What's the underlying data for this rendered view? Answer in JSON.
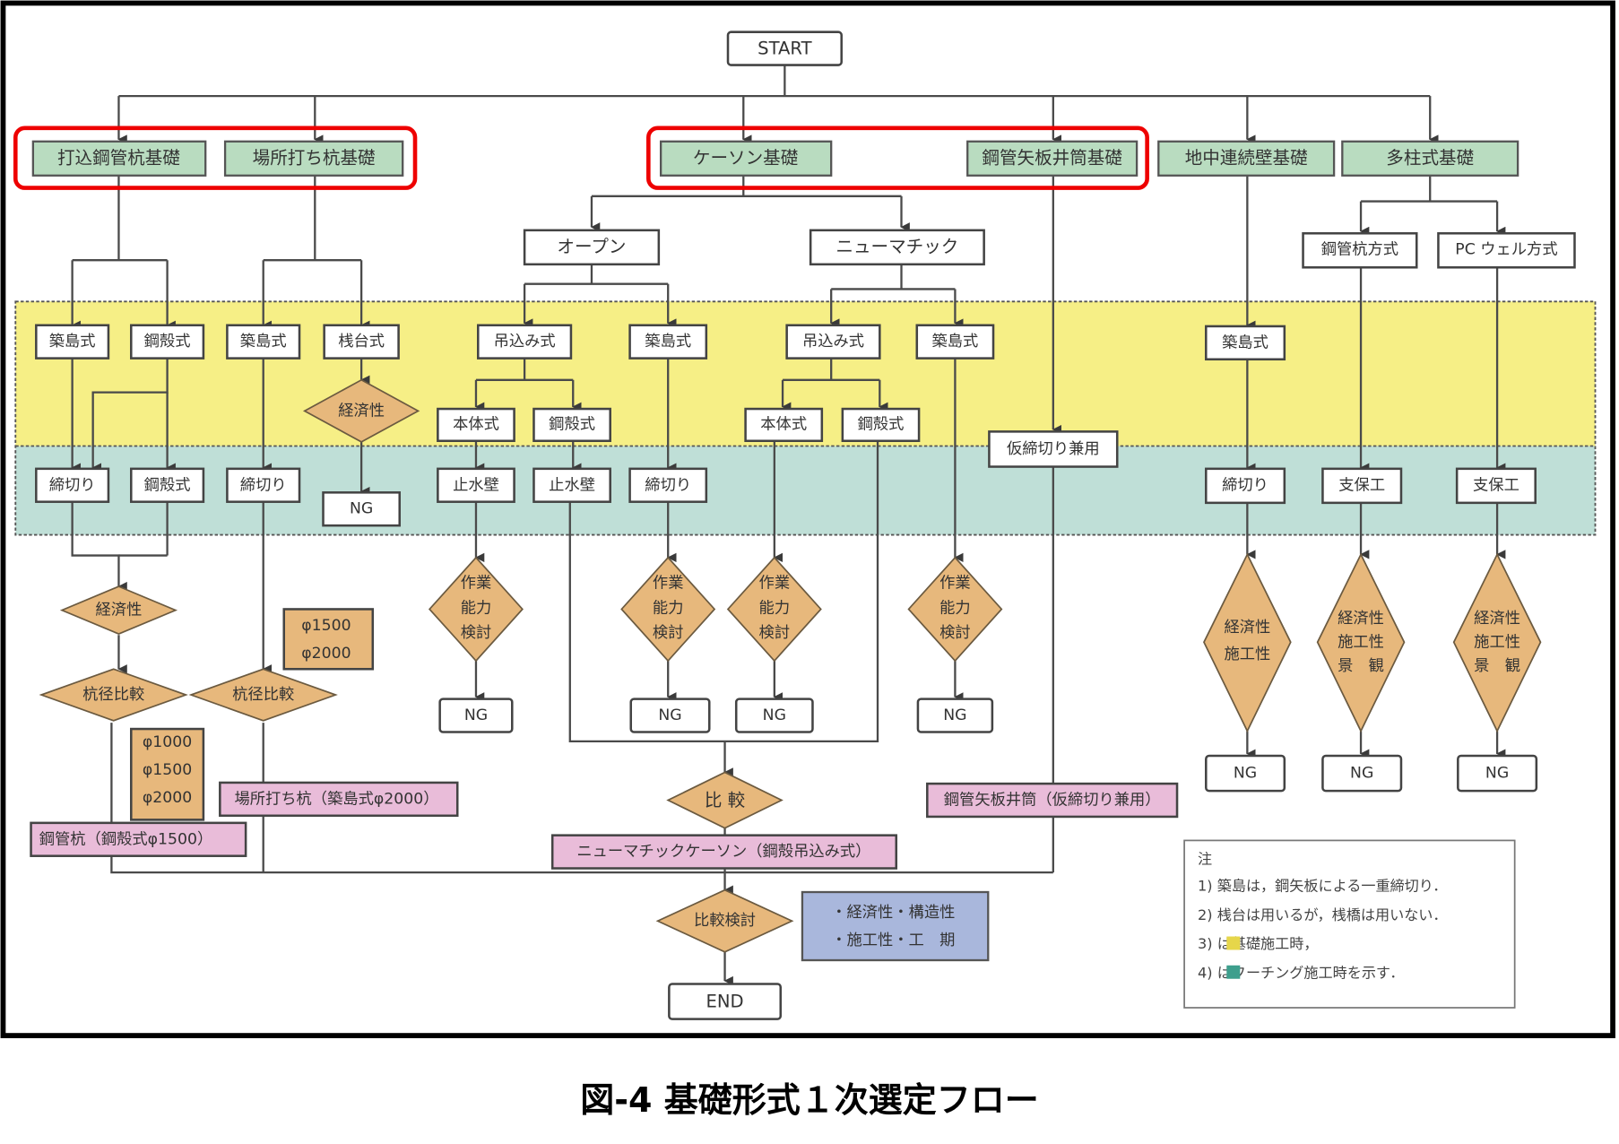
{
  "caption": "図-4  基礎形式１次選定フロー",
  "colors": {
    "foundation_box": "#b9dcc0",
    "decision": "#e7b87c",
    "result_box": "#e9bcd9",
    "criteria_box": "#a9b7dc",
    "band_foundation_work": "#f6ef86",
    "band_footing_work": "#bfdfd7",
    "highlight": "#ee0000"
  },
  "nodes": {
    "start": "START",
    "end": "END",
    "foundations": {
      "driven_steel_pipe_pile": "打込鋼管杭基礎",
      "cast_in_place_pile": "場所打ち杭基礎",
      "caisson": "ケーソン基礎",
      "steel_pipe_sheet_pile_well": "鋼管矢板井筒基礎",
      "diaphragm_wall": "地中連続壁基礎",
      "multi_column": "多柱式基礎"
    },
    "caisson_types": {
      "open": "オープン",
      "pneumatic": "ニューマチック"
    },
    "multi_column_types": {
      "steel_pipe_pile_method": "鋼管杭方式",
      "pc_well_method": "PC ウェル方式"
    },
    "band1": {
      "p1_island": "築島式",
      "p1_shell": "鋼殻式",
      "p2_island": "築島式",
      "p2_trestle": "桟台式",
      "p2_econ": "経済性",
      "open_lift": "吊込み式",
      "open_island": "築島式",
      "open_body": "本体式",
      "open_shell": "鋼殻式",
      "pn_lift": "吊込み式",
      "pn_island": "築島式",
      "pn_body": "本体式",
      "pn_shell": "鋼殻式",
      "well_temp": "仮締切り兼用",
      "dw_island": "築島式"
    },
    "band2": {
      "p1_cofferdam": "締切り",
      "p1_shell": "鋼殻式",
      "p2_cofferdam": "締切り",
      "p2_ng": "NG",
      "open_cutoff1": "止水壁",
      "open_cutoff2": "止水壁",
      "open_cofferdam": "締切り",
      "dw_cofferdam": "締切り",
      "mc_support1": "支保工",
      "mc_support2": "支保工"
    },
    "lower": {
      "p1_econ": "経済性",
      "p1_dia_compare": "杭径比較",
      "p1_diameters": [
        "φ1000",
        "φ1500",
        "φ2000"
      ],
      "p1_result": "鋼管杭（鋼殻式φ1500）",
      "p2_dia_compare": "杭径比較",
      "p2_diameters": [
        "φ1500",
        "φ2000"
      ],
      "p2_result": "場所打ち杭（築島式φ2000）",
      "work_capacity": [
        "作業",
        "能力",
        "検討"
      ],
      "ng": "NG",
      "compare": "比 較",
      "caisson_result": "ニューマチックケーソン（鋼殻吊込み式）",
      "well_result": "鋼管矢板井筒（仮締切り兼用）",
      "dw_criteria": [
        "経済性",
        "施工性"
      ],
      "mc_criteria": [
        "経済性",
        "施工性",
        "景　観"
      ],
      "final_compare": "比較検討",
      "final_criteria": [
        "・経済性・構造性",
        "・施工性・工　期"
      ]
    }
  },
  "notes": {
    "title": "注",
    "items": [
      "1)  築島は，鋼矢板による一重締切り．",
      "2)  桟台は用いるが，桟橋は用いない．",
      "3)      は基礎施工時，",
      "4)      はフーチング施工時を示す．"
    ]
  }
}
